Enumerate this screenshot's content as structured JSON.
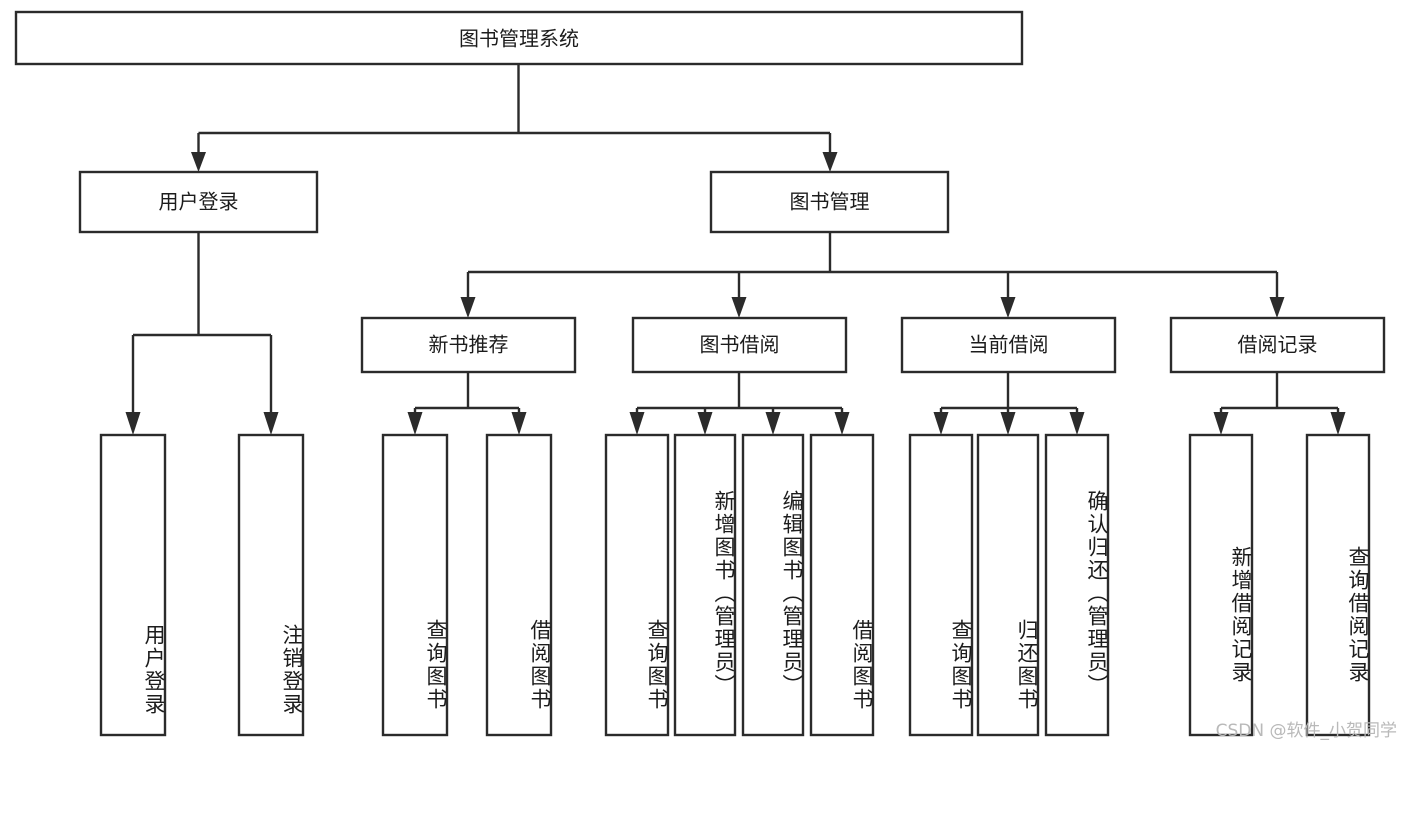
{
  "diagram": {
    "title": "图书管理系统",
    "type": "hierarchy-tree",
    "root": {
      "label": "图书管理系统",
      "orientation": "horizontal"
    },
    "level2": [
      {
        "label": "用户登录",
        "orientation": "horizontal"
      },
      {
        "label": "图书管理",
        "orientation": "horizontal"
      }
    ],
    "level3": [
      {
        "label": "新书推荐",
        "orientation": "horizontal"
      },
      {
        "label": "图书借阅",
        "orientation": "horizontal"
      },
      {
        "label": "当前借阅",
        "orientation": "horizontal"
      },
      {
        "label": "借阅记录",
        "orientation": "horizontal"
      }
    ],
    "leaves": [
      {
        "label": "用户登录",
        "parent": "用户登录",
        "orientation": "vertical"
      },
      {
        "label": "注销登录",
        "parent": "用户登录",
        "orientation": "vertical"
      },
      {
        "label": "查询图书",
        "parent": "新书推荐",
        "orientation": "vertical"
      },
      {
        "label": "借阅图书",
        "parent": "新书推荐",
        "orientation": "vertical"
      },
      {
        "label": "查询图书",
        "parent": "图书借阅",
        "orientation": "vertical"
      },
      {
        "label": "新增图书（管理员）",
        "parent": "图书借阅",
        "orientation": "vertical"
      },
      {
        "label": "编辑图书（管理员）",
        "parent": "图书借阅",
        "orientation": "vertical"
      },
      {
        "label": "借阅图书",
        "parent": "图书借阅",
        "orientation": "vertical"
      },
      {
        "label": "查询图书",
        "parent": "当前借阅",
        "orientation": "vertical"
      },
      {
        "label": "归还图书",
        "parent": "当前借阅",
        "orientation": "vertical"
      },
      {
        "label": "确认归还（管理员）",
        "parent": "当前借阅",
        "orientation": "vertical"
      },
      {
        "label": "新增借阅记录",
        "parent": "借阅记录",
        "orientation": "vertical"
      },
      {
        "label": "查询借阅记录",
        "parent": "借阅记录",
        "orientation": "vertical"
      }
    ],
    "colors": {
      "box_stroke": "#2b2b2b",
      "box_fill": "#ffffff",
      "text": "#1c1c1c",
      "connector": "#2b2b2b",
      "watermark": "#b9b9b9",
      "background": "#ffffff"
    },
    "watermark": "CSDN @软件_小贺同学"
  }
}
